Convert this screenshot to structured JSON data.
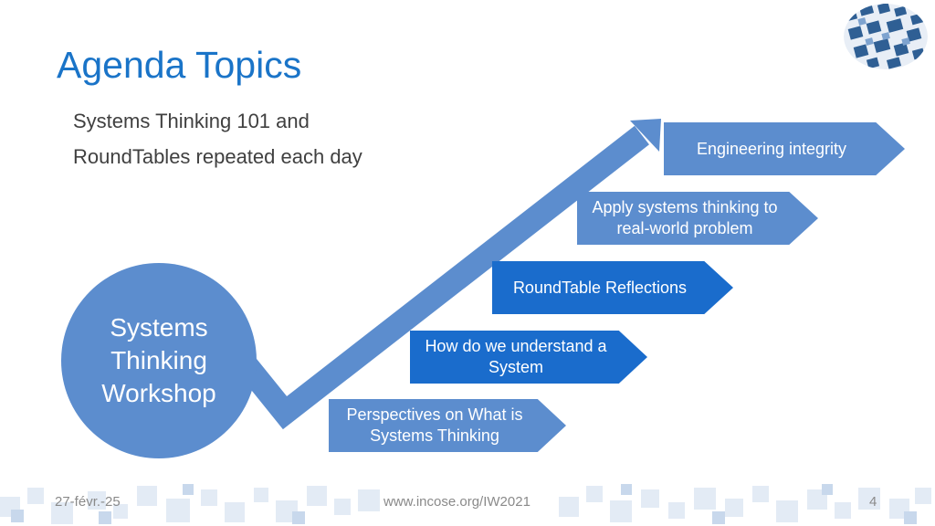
{
  "title": "Agenda Topics",
  "subtitle_lines": [
    "Systems Thinking 101 and",
    "RoundTables repeated each day"
  ],
  "circle": {
    "lines": [
      "Systems",
      "Thinking",
      "Workshop"
    ]
  },
  "steps": [
    {
      "line1": "Perspectives on What is",
      "line2": "Systems Thinking"
    },
    {
      "line1": "How do we understand a",
      "line2": "System"
    },
    {
      "line1": "RoundTable Reflections",
      "line2": ""
    },
    {
      "line1": "Apply systems thinking to",
      "line2": "real-world problem"
    },
    {
      "line1": "Engineering integrity",
      "line2": ""
    }
  ],
  "footer": {
    "date": "27-févr.-25",
    "url": "www.incose.org/IW2021",
    "page": "4"
  },
  "colors": {
    "title": "#1a74c8",
    "light_blue": "#5c8dce",
    "dark_blue": "#1a6ccc",
    "footer_squares": "#dfe8f3"
  },
  "logo": {
    "icon": "incose-globe-logo"
  }
}
